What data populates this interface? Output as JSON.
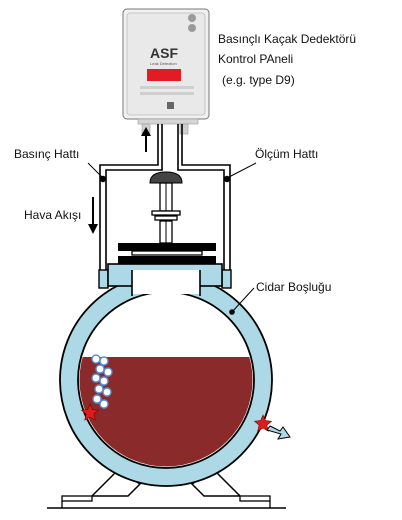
{
  "device": {
    "title": "Basınçlı Kaçak Dedektörü",
    "subtitle": "Kontrol PAneli",
    "model_note": "(e.g. type D9)",
    "brand": "ASF",
    "brand_tagline": "Leak Detection"
  },
  "labels": {
    "pressure_line": "Basınç Hattı",
    "measurement_line": "Ölçüm Hattı",
    "air_flow": "Hava Akışı",
    "interstitial_space": "Cidar Boşluğu"
  },
  "colors": {
    "jacket": "#add8e6",
    "liquid": "#8b2a2a",
    "leak_star": "#e01b1b",
    "device_display": "#e31b23",
    "outline": "#000000"
  }
}
